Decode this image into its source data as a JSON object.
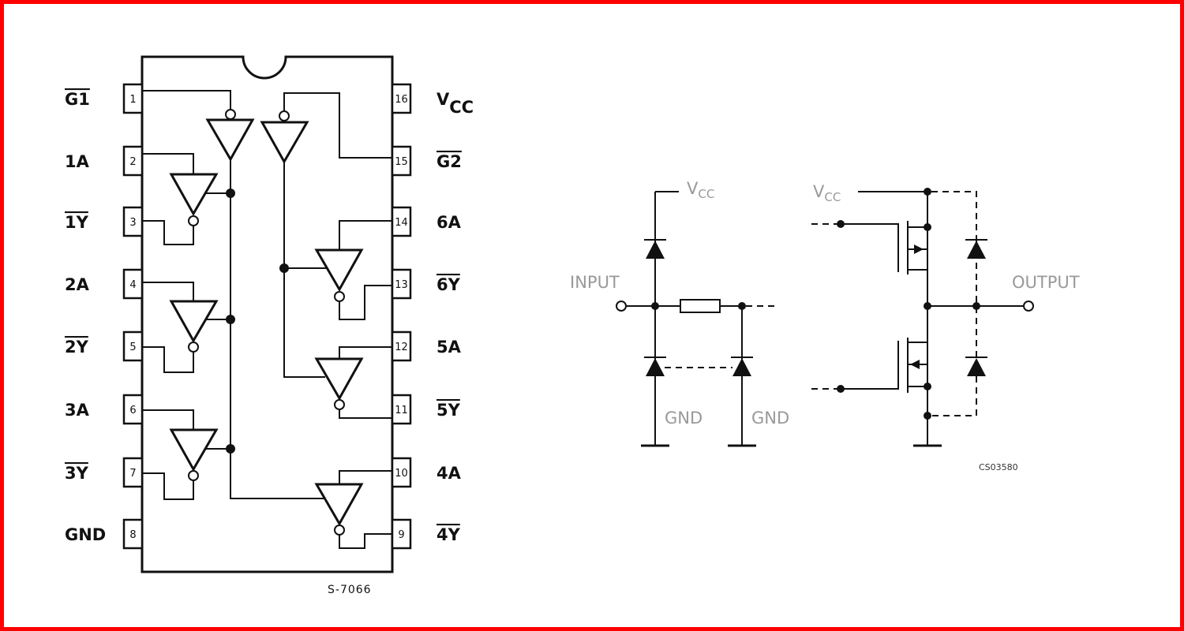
{
  "pins_left": [
    {
      "label": "G1",
      "overline": true,
      "num": "1"
    },
    {
      "label": "1A",
      "overline": false,
      "num": "2"
    },
    {
      "label": "1Y",
      "overline": true,
      "num": "3"
    },
    {
      "label": "2A",
      "overline": false,
      "num": "4"
    },
    {
      "label": "2Y",
      "overline": true,
      "num": "5"
    },
    {
      "label": "3A",
      "overline": false,
      "num": "6"
    },
    {
      "label": "3Y",
      "overline": true,
      "num": "7"
    },
    {
      "label": "GND",
      "overline": false,
      "num": "8"
    }
  ],
  "pins_right": [
    {
      "label": "V",
      "sub": "CC",
      "overline": false,
      "num": "16"
    },
    {
      "label": "G2",
      "overline": true,
      "num": "15"
    },
    {
      "label": "6A",
      "overline": false,
      "num": "14"
    },
    {
      "label": "6Y",
      "overline": true,
      "num": "13"
    },
    {
      "label": "5A",
      "overline": false,
      "num": "12"
    },
    {
      "label": "5Y",
      "overline": true,
      "num": "11"
    },
    {
      "label": "4A",
      "overline": false,
      "num": "10"
    },
    {
      "label": "4Y",
      "overline": true,
      "num": "9"
    }
  ],
  "pinout_code": "S-7066",
  "equivalent_circuit": {
    "vcc_main": "V",
    "vcc_sub": "CC",
    "input_label": "INPUT",
    "output_label": "OUTPUT",
    "gnd_label": "GND",
    "code": "CS03580"
  },
  "colors": {
    "frame": "#ff0000",
    "ink": "#111111",
    "gray_text": "#999999"
  }
}
